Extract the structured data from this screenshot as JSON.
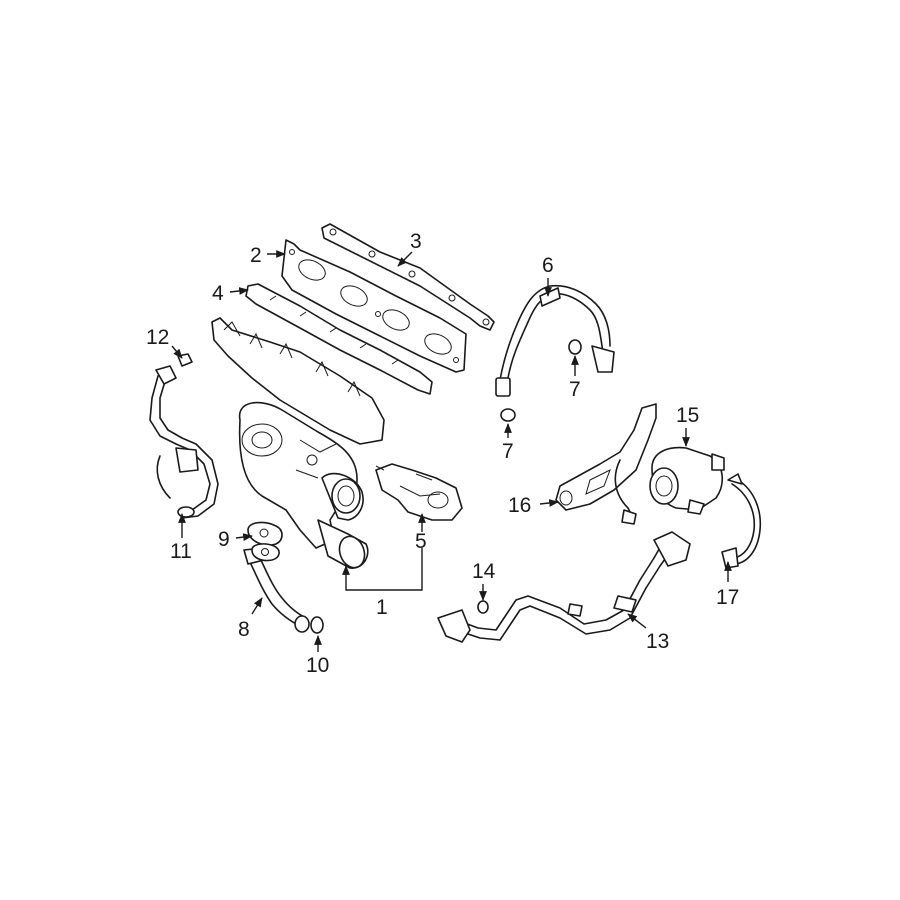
{
  "callouts": {
    "c1": "1",
    "c2": "2",
    "c3": "3",
    "c4": "4",
    "c5": "5",
    "c6": "6",
    "c7a": "7",
    "c7b": "7",
    "c8": "8",
    "c9": "9",
    "c10": "10",
    "c11": "11",
    "c12": "12",
    "c13": "13",
    "c14": "14",
    "c15": "15",
    "c16": "16",
    "c17": "17"
  },
  "colors": {
    "line": "#1a1a1a",
    "background": "#ffffff"
  }
}
